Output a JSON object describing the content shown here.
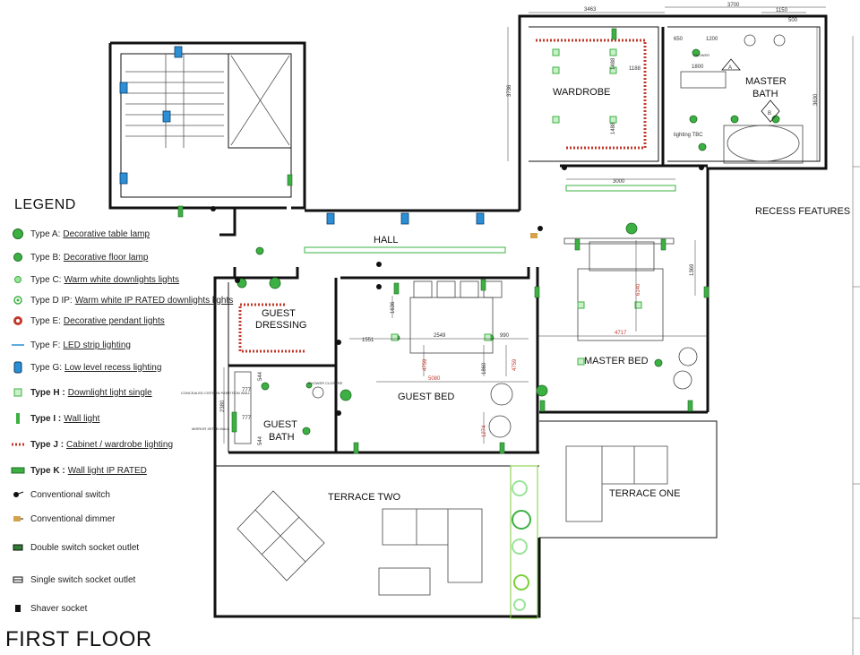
{
  "title": "FIRST FLOOR",
  "legend": {
    "heading": "LEGEND",
    "items": [
      {
        "code": "Type A:",
        "desc": "Decorative table lamp",
        "symbol": "green-circle-large-icon"
      },
      {
        "code": "Type B:",
        "desc": "Decorative floor lamp",
        "symbol": "green-circle-icon"
      },
      {
        "code": "Type C:",
        "desc": "Warm white downlights lights",
        "symbol": "green-dot-small-icon"
      },
      {
        "code": "Type D IP:",
        "desc": "Warm white IP RATED downlights lights",
        "symbol": "green-dot-ring-icon"
      },
      {
        "code": "Type E:",
        "desc": "Decorative pendant lights",
        "symbol": "red-pendant-icon"
      },
      {
        "code": "Type F:",
        "desc": "LED strip lighting",
        "symbol": "blue-line-icon"
      },
      {
        "code": "Type G:",
        "desc": "Low level recess lighting",
        "symbol": "blue-recess-icon"
      },
      {
        "code": "Type H :",
        "desc": "Downlight light single",
        "symbol": "green-square-icon"
      },
      {
        "code": "Type I :",
        "desc": "Wall light",
        "symbol": "green-wall-light-icon"
      },
      {
        "code": "Type J :",
        "desc": "Cabinet / wardrobe lighting",
        "symbol": "red-dotted-line-icon"
      },
      {
        "code": "Type K :",
        "desc": "Wall light IP RATED",
        "symbol": "green-bar-icon"
      },
      {
        "code": "",
        "desc": "Conventional switch",
        "symbol": "switch-icon"
      },
      {
        "code": "",
        "desc": "Conventional dimmer",
        "symbol": "dimmer-icon"
      },
      {
        "code": "",
        "desc": "Double switch socket outlet",
        "symbol": "double-socket-icon"
      },
      {
        "code": "",
        "desc": "Single switch socket outlet",
        "symbol": "single-socket-icon"
      },
      {
        "code": "",
        "desc": "Shaver socket",
        "symbol": "shaver-socket-icon"
      }
    ]
  },
  "rooms": {
    "hall": "HALL",
    "wardrobe": "WARDROBE",
    "master_bath_1": "MASTER",
    "master_bath_2": "BATH",
    "guest_dressing_1": "GUEST",
    "guest_dressing_2": "DRESSING",
    "guest_bed": "GUEST BED",
    "guest_bath_1": "GUEST",
    "guest_bath_2": "BATH",
    "master_bed": "MASTER BED",
    "terrace_two": "TERRACE TWO",
    "terrace_one": "TERRACE ONE",
    "recess_features": "RECESS FEATURES"
  },
  "dimensions": {
    "d3463": "3463",
    "d3700": "3700",
    "d1150": "1150",
    "d500": "500",
    "d650": "650",
    "d1200": "1200",
    "d1800": "1800",
    "d3736": "3736",
    "d3630": "3630",
    "d3000": "3000",
    "d1369": "1369",
    "d6140": "6140",
    "d4717": "4717",
    "d1551": "1551",
    "d2549": "2549",
    "d990": "990",
    "d1636": "1636",
    "d4759a": "4759",
    "d5080": "5080",
    "d1860": "1860",
    "d4759b": "4759",
    "d1274": "1274",
    "d2380": "2380",
    "d777a": "777",
    "d777b": "777",
    "d544a": "544",
    "d544b": "544",
    "d1488": "1488",
    "d1188": "1188",
    "d1488b": "1488"
  },
  "annotations": {
    "lighting_tbc": "lighting TBC",
    "shower": "SHOWER",
    "shower_closure": "SHOWER CLOSURE",
    "concealed_cistern": "CONCEALED CISTERN PARTITION WALL",
    "mirror_set": "MIRROR SET IN WALL",
    "marker_a": "A",
    "marker_b": "B"
  },
  "colors": {
    "wall": "#111111",
    "green": "#3cb043",
    "light_green": "#9be39b",
    "blue": "#2b8fd6",
    "red": "#c0392b",
    "plant": "#7ccf3a"
  }
}
